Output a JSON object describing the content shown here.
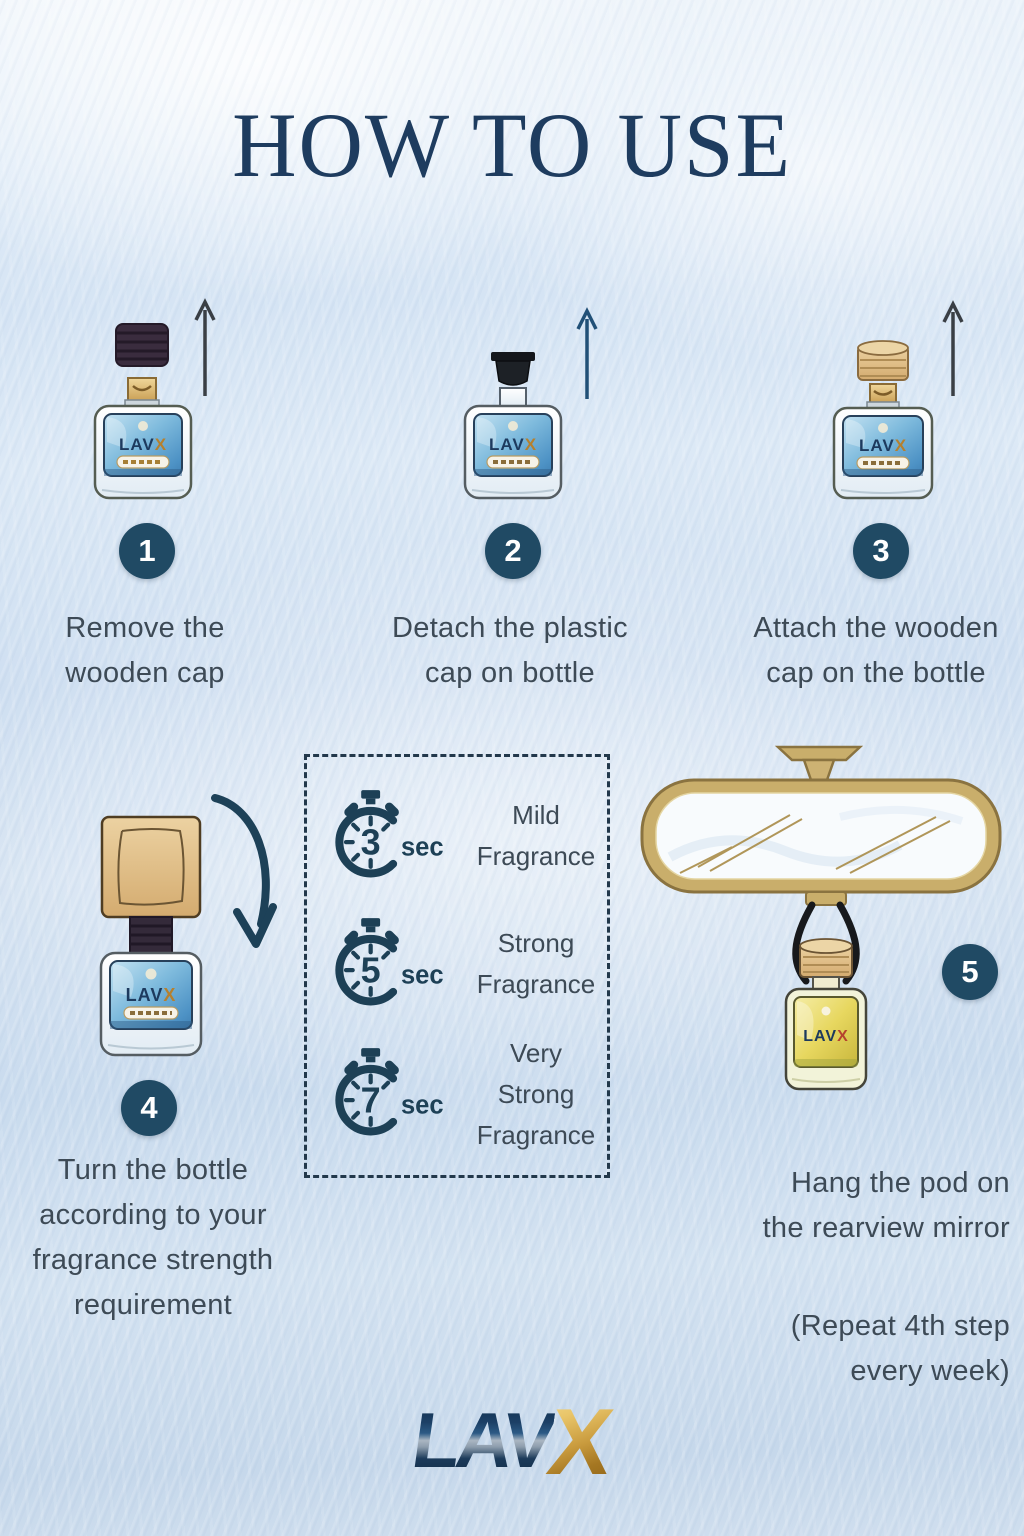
{
  "title": "HOW TO USE",
  "steps": [
    {
      "number": "1",
      "caption": "Remove the\nwooden cap"
    },
    {
      "number": "2",
      "caption": "Detach the plastic\ncap on bottle"
    },
    {
      "number": "3",
      "caption": "Attach the wooden\ncap on the bottle"
    },
    {
      "number": "4",
      "caption": "Turn the bottle\naccording to your\nfragrance strength\nrequirement"
    },
    {
      "number": "5",
      "caption": "Hang the pod on\nthe rearview mirror",
      "note": "(Repeat 4th step\nevery week)"
    }
  ],
  "fragrance_legend": {
    "items": [
      {
        "duration": "3",
        "unit": "sec",
        "label": "Mild\nFragrance"
      },
      {
        "duration": "5",
        "unit": "sec",
        "label": "Strong\nFragrance"
      },
      {
        "duration": "7",
        "unit": "sec",
        "label": "Very Strong\nFragrance"
      }
    ]
  },
  "bottle_label": {
    "lav": "LAV",
    "x": "X"
  },
  "brand_logo": {
    "lav": "LAV",
    "x": "X"
  },
  "colors": {
    "title_navy": "#1e3c5f",
    "badge_navy": "#204a64",
    "body_text": "#3d4a56",
    "timer_navy": "#1d4056",
    "gold": "#c59a4a",
    "wood": "#ddb87c",
    "mirror_gold": "#c9ae6b",
    "bottle_blue": "#7fbbdd",
    "bottle_yellow": "#e7d75f"
  },
  "icons": {
    "arrow_up": "arrow-up-icon",
    "rotate": "rotate-arrow-icon",
    "stopwatch": "stopwatch-icon",
    "mirror": "rearview-mirror",
    "bottle": "perfume-bottle"
  }
}
